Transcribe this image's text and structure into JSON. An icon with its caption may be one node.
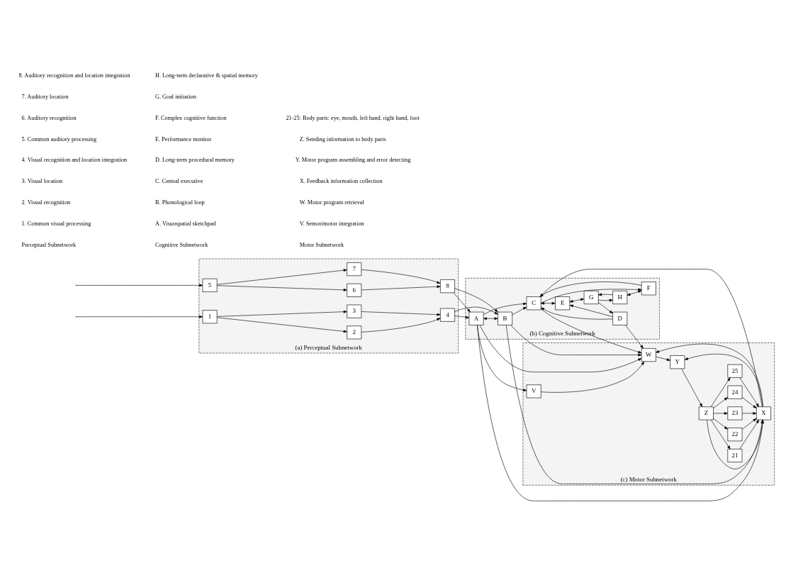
{
  "diagram": {
    "nodes": [
      {
        "text": [
          "(a) Perceptual Subnetwork"
        ]
      },
      {
        "text": [
          "1"
        ],
        "in": 0
      },
      {
        "text": [
          "2"
        ],
        "in": 0
      },
      {
        "text": [
          "3"
        ],
        "in": 0
      },
      {
        "text": [
          "4"
        ],
        "in": 0
      },
      {
        "text": [
          "5"
        ],
        "in": 0
      },
      {
        "text": [
          "6"
        ],
        "in": 0
      },
      {
        "text": [
          "7"
        ],
        "in": 0
      },
      {
        "text": [
          "8"
        ],
        "in": 0
      },
      {
        "text": [
          "(b) Cognitive Subnetwork"
        ]
      },
      {
        "text": [
          "A"
        ],
        "in": 9
      },
      {
        "text": [
          "B"
        ],
        "in": 9
      },
      {
        "text": [
          "C"
        ],
        "in": 9
      },
      {
        "text": [
          "D"
        ],
        "in": 9
      },
      {
        "text": [
          "E"
        ],
        "in": 9
      },
      {
        "text": [
          "F"
        ],
        "in": 9
      },
      {
        "text": [
          "G"
        ],
        "in": 9
      },
      {
        "text": [
          "H"
        ],
        "in": 9
      },
      {
        "text": [
          "(c) Motor Subnetwork"
        ]
      },
      {
        "text": [
          "V"
        ],
        "in": 18
      },
      {
        "text": [
          "W"
        ],
        "in": 18
      },
      {
        "text": [
          "Y"
        ],
        "in": 18
      },
      {
        "text": [
          "Z"
        ],
        "in": 18
      },
      {
        "text": [
          "X"
        ],
        "in": 18
      },
      {
        "text": [
          "21"
        ],
        "in": 18
      },
      {
        "text": [
          "22"
        ],
        "in": 18
      },
      {
        "text": [
          "23"
        ],
        "in": 18
      },
      {
        "text": [
          "24"
        ],
        "in": 18
      },
      {
        "text": [
          "25"
        ],
        "in": 18
      }
    ],
    "edges": [
      {
        "from": null,
        "to": 1,
        "arrow": "to"
      },
      {
        "from": 1,
        "to": 2,
        "arrow": "to"
      },
      {
        "from": 1,
        "to": 3,
        "arrow": "to"
      },
      {
        "from": 2,
        "to": 4,
        "arrow": "to"
      },
      {
        "from": 3,
        "to": 4,
        "arrow": "to"
      },
      {
        "from": null,
        "to": 5,
        "arrow": "to"
      },
      {
        "from": 5,
        "to": 6,
        "arrow": "to"
      },
      {
        "from": 5,
        "to": 7,
        "arrow": "to"
      },
      {
        "from": 6,
        "to": 8,
        "arrow": "to"
      },
      {
        "from": 7,
        "to": 8,
        "arrow": "to"
      },
      {
        "from": 4,
        "to": 10,
        "arrow": "to"
      },
      {
        "from": 4,
        "to": 11,
        "arrow": "to"
      },
      {
        "from": 8,
        "to": 10,
        "arrow": "to"
      },
      {
        "from": 8,
        "to": 11,
        "arrow": "to"
      },
      {
        "from": 10,
        "to": 19,
        "arrow": "to"
      },
      {
        "from": 10,
        "to": 20,
        "arrow": "to"
      },
      {
        "from": 10,
        "to": 23,
        "arrow": "to"
      },
      {
        "from": 10,
        "to": 12,
        "arrow": "to"
      },
      {
        "from": 10,
        "to": 11,
        "arrow": "both"
      },
      {
        "from": 11,
        "to": 12,
        "arrow": "to"
      },
      {
        "from": 12,
        "to": 20,
        "arrow": "to"
      },
      {
        "from": 13,
        "to": 20,
        "arrow": "to"
      },
      {
        "from": 13,
        "to": 12,
        "arrow": "to"
      },
      {
        "from": 13,
        "to": 14,
        "arrow": "to"
      },
      {
        "from": 16,
        "to": 13,
        "arrow": "to"
      },
      {
        "from": 12,
        "to": 14,
        "arrow": "both"
      },
      {
        "from": 14,
        "to": 16,
        "arrow": "both"
      },
      {
        "from": 16,
        "to": 17,
        "arrow": "to"
      },
      {
        "from": 17,
        "to": 16,
        "arrow": "to"
      },
      {
        "from": 12,
        "to": 15,
        "arrow": "to"
      },
      {
        "from": 15,
        "to": 12,
        "arrow": "to"
      },
      {
        "from": 17,
        "to": 15,
        "arrow": "both"
      },
      {
        "from": 11,
        "to": 23,
        "arrow": "to"
      },
      {
        "from": 11,
        "to": 20,
        "arrow": "to"
      },
      {
        "from": 23,
        "to": 12,
        "arrow": "to"
      },
      {
        "from": 23,
        "to": 20,
        "arrow": "to"
      },
      {
        "from": 19,
        "to": 20,
        "arrow": "to"
      },
      {
        "from": 20,
        "to": 21,
        "arrow": "to"
      },
      {
        "from": 23,
        "to": 21,
        "arrow": "to"
      },
      {
        "from": 21,
        "to": 22,
        "arrow": "to"
      },
      {
        "from": 22,
        "to": 23,
        "arrow": "to"
      },
      {
        "from": 22,
        "to": 24,
        "arrow": "to"
      },
      {
        "from": 22,
        "to": 25,
        "arrow": "to"
      },
      {
        "from": 22,
        "to": 26,
        "arrow": "to"
      },
      {
        "from": 22,
        "to": 27,
        "arrow": "to"
      },
      {
        "from": 22,
        "to": 28,
        "arrow": "to"
      },
      {
        "from": 24,
        "to": 23,
        "arrow": "to"
      },
      {
        "from": 25,
        "to": 23,
        "arrow": "to"
      },
      {
        "from": 26,
        "to": 23,
        "arrow": "to"
      },
      {
        "from": 27,
        "to": 23,
        "arrow": "to"
      },
      {
        "from": 28,
        "to": 23,
        "arrow": "to"
      }
    ],
    "labels": [
      "Perceptual Subnetwork",
      "1. Common visual processing",
      "2. Visual recognition",
      "3. Visual location",
      "4. Visual recognition and location integration",
      "5. Common auditory processing",
      "6. Auditory recognition",
      "7. Auditory location",
      "8. Auditory recognition and location integration",
      "Cognitive Subnetwork",
      "A. Visuospatial sketchpad",
      "B. Phonological loop",
      "C. Central executive",
      "D. Long-term procedural memory",
      "E. Performance monitor",
      "F. Complex cognitive function",
      "G. Goal initiation",
      "H. Long-term declarative & spatial memory",
      "Motor Subnetwork",
      "V. Sensorimotor integration",
      "W. Motor program retrieval",
      "X. Feedback information collection",
      "Y. Motor program assembling and error detecting",
      "Z. Sending information to body parts",
      "21-25: Body parts: eye, mouth, left hand, right hand, foot"
    ]
  }
}
